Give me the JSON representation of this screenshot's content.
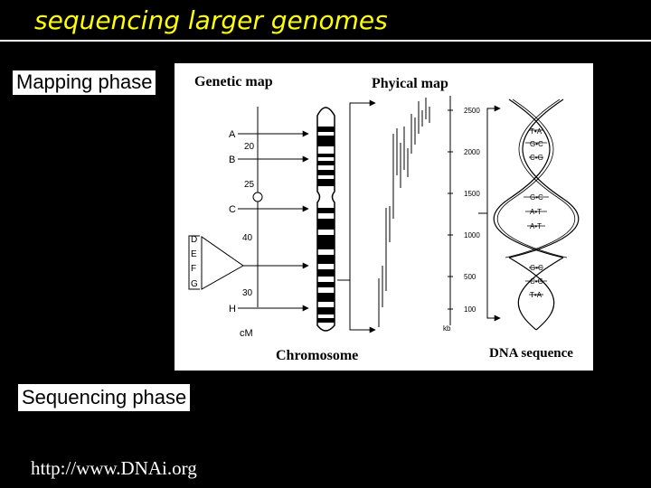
{
  "slide": {
    "title": "sequencing larger genomes",
    "mapping_label": "Mapping phase",
    "sequencing_label": "Sequencing phase",
    "url": "http://www.DNAi.org"
  },
  "figure": {
    "genetic_map_title": "Genetic map",
    "physical_map_title": "Phyical map",
    "chromosome_label": "Chromosome",
    "dna_label": "DNA sequence",
    "markers": [
      "A",
      "B",
      "C",
      "D",
      "E",
      "F",
      "G",
      "H"
    ],
    "distances": [
      "20",
      "25",
      "40",
      "30"
    ],
    "unit_cm": "cM",
    "scale_ticks": [
      "2500",
      "2000",
      "1500",
      "1000",
      "500",
      "100"
    ],
    "unit_kb": "kb",
    "base_pairs_top": [
      "T•A",
      "G•C",
      "C•G"
    ],
    "base_pairs_mid": [
      "G•C",
      "A•T",
      "A•T"
    ],
    "base_pairs_bot": [
      "G•C",
      "C•G",
      "T•A"
    ]
  }
}
